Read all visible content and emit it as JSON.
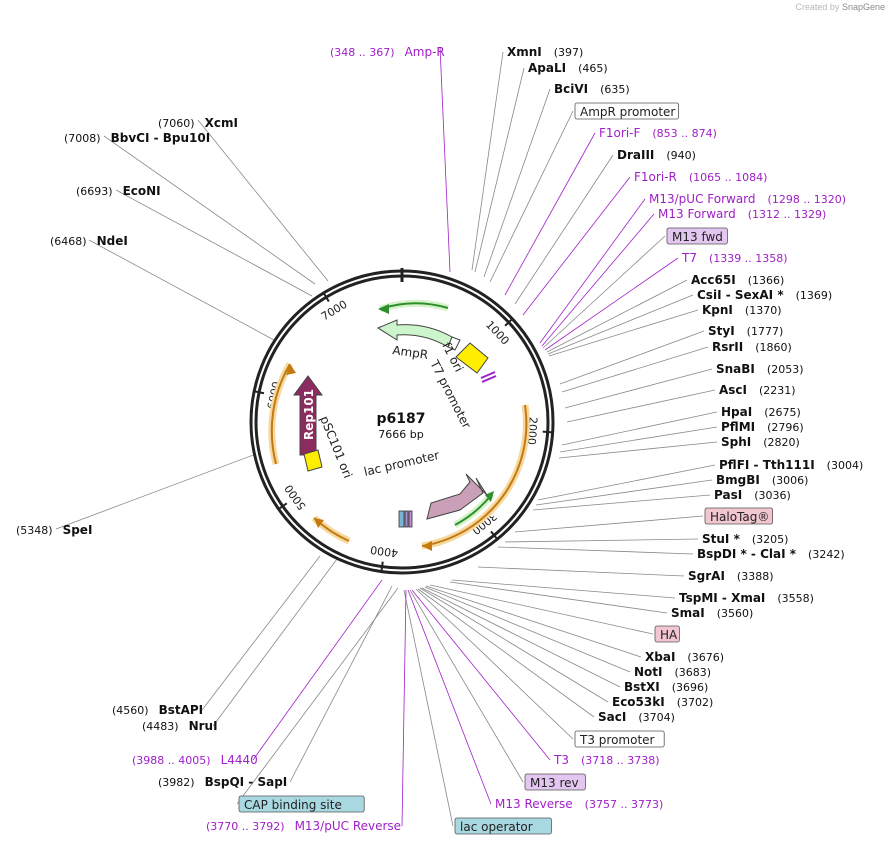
{
  "credit": {
    "prefix": "Created by",
    "brand": "SnapGene"
  },
  "plasmid": {
    "name": "p6187",
    "size": "7666 bp"
  },
  "ticks": [
    {
      "label": "1000",
      "pos": 1000
    },
    {
      "label": "2000",
      "pos": 2000
    },
    {
      "label": "3000",
      "pos": 3000
    },
    {
      "label": "4000",
      "pos": 4000
    },
    {
      "label": "5000",
      "pos": 5000
    },
    {
      "label": "6000",
      "pos": 6000
    },
    {
      "label": "7000",
      "pos": 7000
    }
  ],
  "features": [
    {
      "id": "ampr",
      "label": "AmpR",
      "color": "#ccf5cc",
      "stroke": "#444444"
    },
    {
      "id": "f1ori",
      "label": "f1 ori",
      "color": "#ffffff",
      "stroke": "#444444"
    },
    {
      "id": "t7prom",
      "label": "T7 promoter",
      "color": "#ffee00",
      "stroke": "#444444"
    },
    {
      "id": "lacprom",
      "label": "lac promoter",
      "color": "#c9a0b7",
      "stroke": "#444444"
    },
    {
      "id": "rep101",
      "label": "Rep101",
      "color": "#8b2b5f",
      "stroke": "#444444"
    },
    {
      "id": "psc101",
      "label": "pSC101 ori",
      "color": "#ffee00",
      "stroke": "#444444"
    }
  ],
  "sites": [
    {
      "name": "XmnI",
      "num": "(397)"
    },
    {
      "name": "ApaLI",
      "num": "(465)"
    },
    {
      "name": "BciVI",
      "num": "(635)"
    },
    {
      "name": "AmpR promoter",
      "box": true,
      "fill": "#ffffff"
    },
    {
      "name": "F1ori-F",
      "num": "(853 .. 874)",
      "primer": true
    },
    {
      "name": "DraIII",
      "num": "(940)"
    },
    {
      "name": "F1ori-R",
      "num": "(1065 .. 1084)",
      "primer": true
    },
    {
      "name": "M13/pUC Forward",
      "num": "(1298 .. 1320)",
      "primer": true
    },
    {
      "name": "M13 Forward",
      "num": "(1312 .. 1329)",
      "primer": true
    },
    {
      "name": "M13 fwd",
      "box": true,
      "fill": "#e3c7f0"
    },
    {
      "name": "T7",
      "num": "(1339 .. 1358)",
      "primer": true
    },
    {
      "name": "Acc65I",
      "num": "(1366)"
    },
    {
      "name": "CsiI - SexAI *",
      "num": "(1369)"
    },
    {
      "name": "KpnI",
      "num": "(1370)"
    },
    {
      "name": "StyI",
      "num": "(1777)"
    },
    {
      "name": "RsrII",
      "num": "(1860)"
    },
    {
      "name": "SnaBI",
      "num": "(2053)"
    },
    {
      "name": "AscI",
      "num": "(2231)"
    },
    {
      "name": "HpaI",
      "num": "(2675)"
    },
    {
      "name": "PflMI",
      "num": "(2796)"
    },
    {
      "name": "SphI",
      "num": "(2820)"
    },
    {
      "name": "PflFI - Tth111I",
      "num": "(3004)"
    },
    {
      "name": "BmgBI",
      "num": "(3006)"
    },
    {
      "name": "PasI",
      "num": "(3036)"
    },
    {
      "name": "HaloTag®",
      "box": true,
      "fill": "#f2c6d0"
    },
    {
      "name": "StuI *",
      "num": "(3205)"
    },
    {
      "name": "BspDI * - ClaI *",
      "num": "(3242)"
    },
    {
      "name": "SgrAI",
      "num": "(3388)"
    },
    {
      "name": "TspMI - XmaI",
      "num": "(3558)"
    },
    {
      "name": "SmaI",
      "num": "(3560)"
    },
    {
      "name": "HA",
      "box": true,
      "fill": "#f2c6d0"
    },
    {
      "name": "XbaI",
      "num": "(3676)"
    },
    {
      "name": "NotI",
      "num": "(3683)"
    },
    {
      "name": "BstXI",
      "num": "(3696)"
    },
    {
      "name": "Eco53kI",
      "num": "(3702)"
    },
    {
      "name": "SacI",
      "num": "(3704)"
    },
    {
      "name": "T3 promoter",
      "box": true,
      "fill": "#ffffff"
    },
    {
      "name": "T3",
      "num": "(3718 .. 3738)",
      "primer": true
    },
    {
      "name": "M13 rev",
      "box": true,
      "fill": "#e3c7f0"
    },
    {
      "name": "M13 Reverse",
      "num": "(3757 .. 3773)",
      "primer": true
    },
    {
      "name": "lac operator",
      "box": true,
      "fill": "#a8d8e0"
    },
    {
      "name": "M13/pUC Reverse",
      "num": "(3770 .. 3792)",
      "primer": true
    },
    {
      "name": "CAP binding site",
      "box": true,
      "fill": "#a8d8e0"
    },
    {
      "name": "BspQI - SapI",
      "num": "(3982)"
    },
    {
      "name": "L4440",
      "num": "(3988 .. 4005)",
      "primer": true
    },
    {
      "name": "NruI",
      "num": "(4483)"
    },
    {
      "name": "BstAPI",
      "num": "(4560)"
    },
    {
      "name": "SpeI",
      "num": "(5348)"
    },
    {
      "name": "NdeI",
      "num": "(6468)"
    },
    {
      "name": "EcoNI",
      "num": "(6693)"
    },
    {
      "name": "BbvCI - Bpu10I",
      "num": "(7008)"
    },
    {
      "name": "XcmI",
      "num": "(7060)"
    },
    {
      "name": "Amp-R",
      "num": "(348 .. 367)",
      "primer": true
    }
  ],
  "colors": {
    "primer": "#a020c8",
    "backbone": "#222222",
    "orf_arc": "#e8a23a",
    "green_arc": "#2f8f2f"
  }
}
